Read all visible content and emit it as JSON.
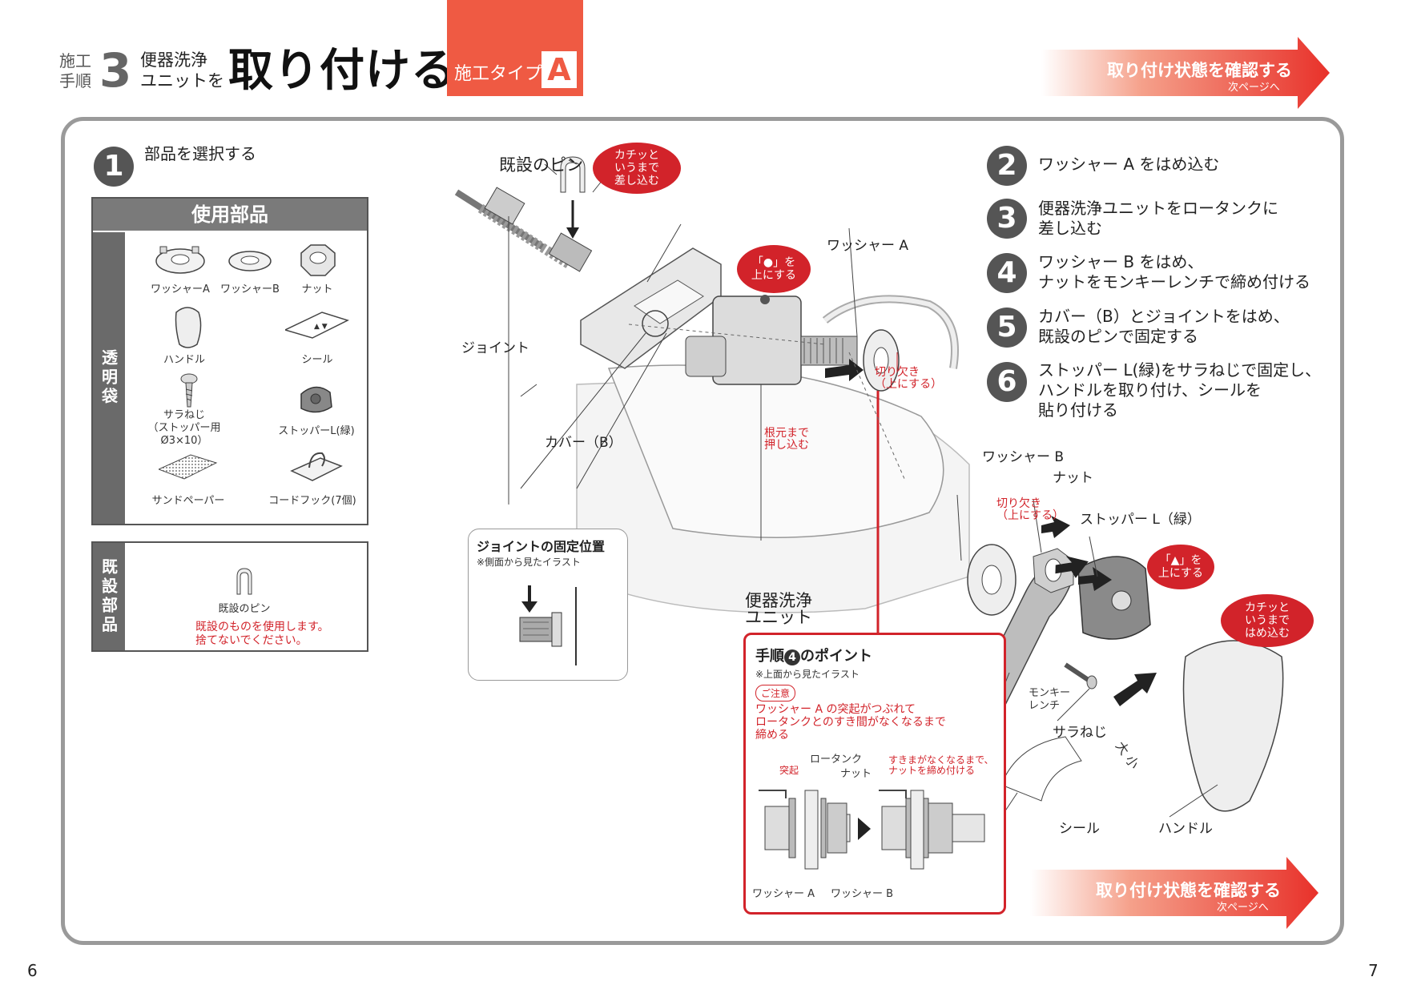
{
  "header": {
    "step_small_1": "施工",
    "step_small_2": "手順",
    "step_number": "3",
    "sub_1": "便器洗浄",
    "sub_2": "ユニットを",
    "title": "取り付ける",
    "type_label": "施工タイプ",
    "type_letter": "A"
  },
  "nav": {
    "next_label": "取り付け状態を確認する",
    "next_sub": "次ページへ"
  },
  "step1": {
    "num": "1",
    "text": "部品を選択する"
  },
  "parts": {
    "head": "使用部品",
    "side": "透明袋",
    "items": [
      "ワッシャーA",
      "ワッシャーB",
      "ナット",
      "ハンドル",
      "シール",
      "サラねじ",
      "（ストッパー用Ø3×10）",
      "ストッパーL(緑)",
      "サンドペーパー",
      "コードフック(7個)"
    ]
  },
  "existing": {
    "side": "既設部品",
    "item": "既設のピン",
    "note_1": "既設のものを使用します。",
    "note_2": "捨てないでください。"
  },
  "steps": [
    {
      "num": "2",
      "line1": "ワッシャー A をはめ込む",
      "line2": "",
      "line3": ""
    },
    {
      "num": "3",
      "line1": "便器洗浄ユニットをロータンクに",
      "line2": "差し込む",
      "line3": ""
    },
    {
      "num": "4",
      "line1": "ワッシャー B をはめ、",
      "line2": "ナットをモンキーレンチで締め付ける",
      "line3": ""
    },
    {
      "num": "5",
      "line1": "カバー（B）とジョイントをはめ、",
      "line2": "既設のピンで固定する",
      "line3": ""
    },
    {
      "num": "6",
      "line1": "ストッパー L(緑)をサラねじで固定し、",
      "line2": "ハンドルを取り付け、シールを",
      "line3": "貼り付ける"
    }
  ],
  "diagram": {
    "pin_label": "既設のピン",
    "bubble_pin": [
      "カチッと",
      "いうまで",
      "差し込む"
    ],
    "joint": "ジョイント",
    "cover_b": "カバー（B）",
    "washer_a": "ワッシャー A",
    "bubble_dot": [
      "「●」を",
      "上にする"
    ],
    "notch_1": [
      "切り欠き",
      "（上にする）"
    ],
    "push_root": [
      "根元まで",
      "押し込む"
    ],
    "unit": [
      "便器洗浄",
      "ユニット"
    ],
    "washer_b": "ワッシャー B",
    "nut": "ナット",
    "notch_2": [
      "切り欠き",
      "（上にする）"
    ],
    "stopper": "ストッパー L（緑）",
    "bubble_tri": [
      "「▲」を",
      "上にする"
    ],
    "bubble_handle": [
      "カチッと",
      "いうまで",
      "はめ込む"
    ],
    "monkey": [
      "モンキー",
      "レンチ"
    ],
    "screw": "サラねじ",
    "seal": "シール",
    "handle": "ハンドル",
    "seal_text": "大 小"
  },
  "joint_inset": {
    "title": "ジョイントの固定位置",
    "note": "※側面から見たイラスト"
  },
  "point": {
    "title_pre": "手順",
    "title_num": "4",
    "title_post": "のポイント",
    "note": "※上面から見たイラスト",
    "caution": "ご注意",
    "warn_1": "ワッシャー A の突起がつぶれて",
    "warn_2": "ロータンクとのすき間がなくなるまで",
    "warn_3": "締める",
    "lbl_tank": "ロータンク",
    "lbl_bump": "突起",
    "lbl_nut": "ナット",
    "lbl_tight_1": "すきまがなくなるまで、",
    "lbl_tight_2": "ナットを締め付ける",
    "lbl_wa": "ワッシャー A",
    "lbl_wb": "ワッシャー B"
  },
  "pages": {
    "left": "6",
    "right": "7"
  },
  "colors": {
    "accent": "#d2232a",
    "type_box": "#ef5a43",
    "frame": "#9a9a9a"
  }
}
